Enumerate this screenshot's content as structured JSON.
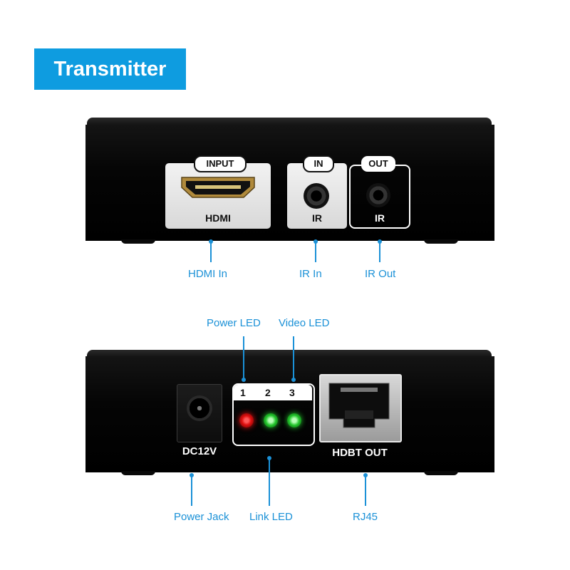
{
  "title": "Transmitter",
  "front_panel": {
    "hdmi_frame_label": "INPUT",
    "hdmi_port_label": "HDMI",
    "ir_in_frame_label": "IN",
    "ir_in_port_label": "IR",
    "ir_out_frame_label": "OUT",
    "ir_out_port_label": "IR"
  },
  "front_callouts": {
    "hdmi_in": "HDMI In",
    "ir_in": "IR In",
    "ir_out": "IR Out"
  },
  "rear_panel": {
    "dc_label": "DC12V",
    "led_numbers": [
      "1",
      "2",
      "3"
    ],
    "hdbt_label": "HDBT OUT"
  },
  "rear_callouts": {
    "power_led": "Power LED",
    "video_led": "Video LED",
    "power_jack": "Power Jack",
    "link_led": "Link LED",
    "rj45": "RJ45"
  },
  "colors": {
    "accent": "#0e9ce0",
    "callout": "#1b91d7",
    "led_red": "#e01010",
    "led_green": "#22c52b"
  }
}
